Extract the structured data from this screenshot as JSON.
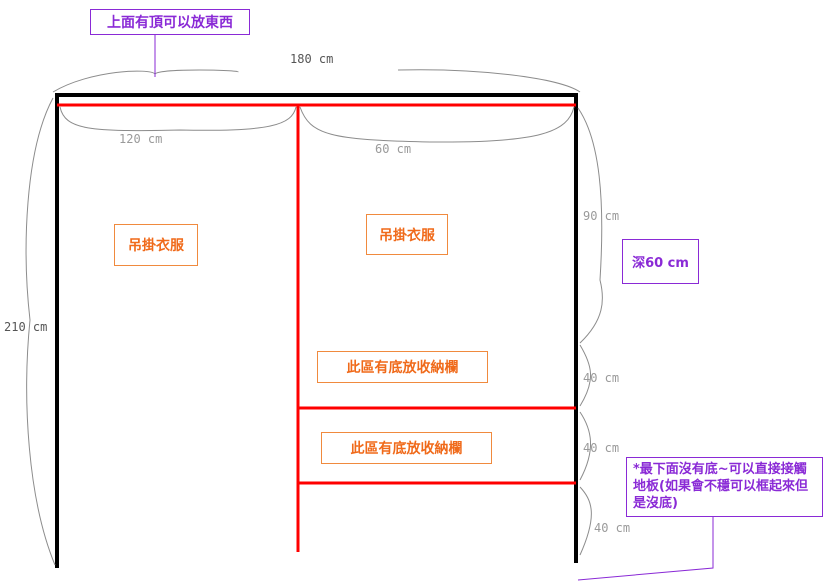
{
  "colors": {
    "frame": "#000000",
    "rail": "#ff0000",
    "label_orange": "#f06a1a",
    "note_purple": "#8a2ad6",
    "dim_gray": "#9a9a9a"
  },
  "notes": {
    "top_note": "上面有頂可以放東西",
    "depth_note": "深60 cm",
    "bottom_note": "*最下面沒有底~可以直接接觸地板(如果會不穩可以框起來但是沒底)"
  },
  "zones": {
    "hang_left": "吊掛衣服",
    "hang_right": "吊掛衣服",
    "storage_upper": "此區有底放收納欄",
    "storage_lower": "此區有底放收納欄"
  },
  "dimensions": {
    "total_width": "180 cm",
    "left_width": "120 cm",
    "right_width": "60 cm",
    "total_height": "210 cm",
    "upper_right_height": "90 cm",
    "shelf1_height": "40 cm",
    "shelf2_height": "40 cm",
    "bottom_height": "40 cm"
  }
}
